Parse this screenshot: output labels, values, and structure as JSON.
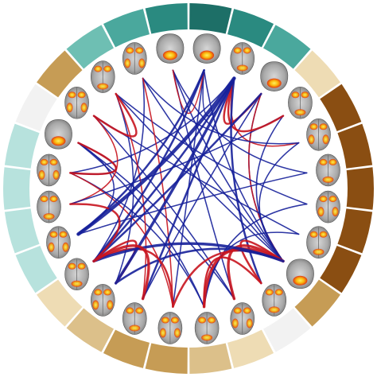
{
  "diagram": {
    "type": "circular-connectogram",
    "segment_colors": [
      "#1d6f67",
      "#2a8a80",
      "#4aa89d",
      "#eedcb4",
      "#8a4e12",
      "#8a4e12",
      "#8a4e12",
      "#8a4e12",
      "#8a4e12",
      "#c69c55",
      "#f2f2f2",
      "#eedcb4",
      "#dcc08a",
      "#c69c55",
      "#c69c55",
      "#dcc08a",
      "#eedcb4",
      "#b7e2dd",
      "#b7e2dd",
      "#b7e2dd",
      "#b7e2dd",
      "#f2f2f2",
      "#c69c55",
      "#6ebfb3",
      "#4aa89d",
      "#2a8a80"
    ],
    "nodes": [
      {
        "id": "n1",
        "type": "coronal"
      },
      {
        "id": "n2",
        "type": "axial"
      },
      {
        "id": "n3",
        "type": "coronal"
      },
      {
        "id": "n4",
        "type": "axial"
      },
      {
        "id": "n5",
        "type": "axial"
      },
      {
        "id": "n6",
        "type": "axial"
      },
      {
        "id": "n7",
        "type": "axial"
      },
      {
        "id": "n8",
        "type": "axial"
      },
      {
        "id": "n9",
        "type": "coronal"
      },
      {
        "id": "n10",
        "type": "axial"
      },
      {
        "id": "n11",
        "type": "axial"
      },
      {
        "id": "n12",
        "type": "axial"
      },
      {
        "id": "n13",
        "type": "axial"
      },
      {
        "id": "n14",
        "type": "axial"
      },
      {
        "id": "n15",
        "type": "axial"
      },
      {
        "id": "n16",
        "type": "axial"
      },
      {
        "id": "n17",
        "type": "axial"
      },
      {
        "id": "n18",
        "type": "axial"
      },
      {
        "id": "n19",
        "type": "axial"
      },
      {
        "id": "n20",
        "type": "coronal"
      },
      {
        "id": "n21",
        "type": "axial"
      },
      {
        "id": "n22",
        "type": "axial"
      },
      {
        "id": "n23",
        "type": "axial"
      },
      {
        "id": "n24",
        "type": "coronal"
      }
    ],
    "edge_colors": {
      "positive": "#c8141e",
      "negative": "#16209a"
    },
    "edges": [
      {
        "from": 1,
        "to": 2,
        "sign": "positive",
        "weight": 2
      },
      {
        "from": 1,
        "to": 3,
        "sign": "positive",
        "weight": 2
      },
      {
        "from": 1,
        "to": 4,
        "sign": "positive",
        "weight": 1
      },
      {
        "from": 0,
        "to": 8,
        "sign": "negative",
        "weight": 1
      },
      {
        "from": 0,
        "to": 15,
        "sign": "negative",
        "weight": 2
      },
      {
        "from": 0,
        "to": 16,
        "sign": "negative",
        "weight": 2
      },
      {
        "from": 1,
        "to": 14,
        "sign": "negative",
        "weight": 3
      },
      {
        "from": 1,
        "to": 15,
        "sign": "negative",
        "weight": 2
      },
      {
        "from": 1,
        "to": 16,
        "sign": "negative",
        "weight": 4
      },
      {
        "from": 1,
        "to": 13,
        "sign": "negative",
        "weight": 2
      },
      {
        "from": 1,
        "to": 9,
        "sign": "negative",
        "weight": 2
      },
      {
        "from": 1,
        "to": 18,
        "sign": "negative",
        "weight": 1
      },
      {
        "from": 2,
        "to": 8,
        "sign": "negative",
        "weight": 1
      },
      {
        "from": 2,
        "to": 15,
        "sign": "negative",
        "weight": 2
      },
      {
        "from": 2,
        "to": 8,
        "sign": "positive",
        "weight": 1
      },
      {
        "from": 3,
        "to": 8,
        "sign": "negative",
        "weight": 1
      },
      {
        "from": 4,
        "to": 8,
        "sign": "negative",
        "weight": 1
      },
      {
        "from": 8,
        "to": 9,
        "sign": "positive",
        "weight": 2
      },
      {
        "from": 8,
        "to": 10,
        "sign": "positive",
        "weight": 3
      },
      {
        "from": 8,
        "to": 11,
        "sign": "positive",
        "weight": 3
      },
      {
        "from": 8,
        "to": 12,
        "sign": "positive",
        "weight": 2
      },
      {
        "from": 8,
        "to": 14,
        "sign": "negative",
        "weight": 2
      },
      {
        "from": 8,
        "to": 15,
        "sign": "negative",
        "weight": 3
      },
      {
        "from": 8,
        "to": 21,
        "sign": "negative",
        "weight": 1
      },
      {
        "from": 8,
        "to": 22,
        "sign": "negative",
        "weight": 1
      },
      {
        "from": 8,
        "to": 23,
        "sign": "negative",
        "weight": 1
      },
      {
        "from": 9,
        "to": 11,
        "sign": "positive",
        "weight": 2
      },
      {
        "from": 10,
        "to": 20,
        "sign": "negative",
        "weight": 1
      },
      {
        "from": 10,
        "to": 19,
        "sign": "negative",
        "weight": 1
      },
      {
        "from": 11,
        "to": 18,
        "sign": "negative",
        "weight": 1
      },
      {
        "from": 11,
        "to": 19,
        "sign": "negative",
        "weight": 1
      },
      {
        "from": 12,
        "to": 15,
        "sign": "positive",
        "weight": 2
      },
      {
        "from": 12,
        "to": 18,
        "sign": "positive",
        "weight": 1
      },
      {
        "from": 13,
        "to": 15,
        "sign": "positive",
        "weight": 3
      },
      {
        "from": 14,
        "to": 15,
        "sign": "positive",
        "weight": 2
      },
      {
        "from": 15,
        "to": 17,
        "sign": "positive",
        "weight": 2
      },
      {
        "from": 14,
        "to": 21,
        "sign": "negative",
        "weight": 1
      },
      {
        "from": 15,
        "to": 22,
        "sign": "negative",
        "weight": 1
      },
      {
        "from": 16,
        "to": 19,
        "sign": "negative",
        "weight": 1
      },
      {
        "from": 17,
        "to": 20,
        "sign": "positive",
        "weight": 1
      },
      {
        "from": 18,
        "to": 19,
        "sign": "positive",
        "weight": 2
      },
      {
        "from": 19,
        "to": 18,
        "sign": "negative",
        "weight": 1
      },
      {
        "from": 20,
        "to": 21,
        "sign": "positive",
        "weight": 2
      },
      {
        "from": 22,
        "to": 4,
        "sign": "negative",
        "weight": 1
      },
      {
        "from": 23,
        "to": 5,
        "sign": "negative",
        "weight": 1
      },
      {
        "from": 21,
        "to": 6,
        "sign": "negative",
        "weight": 1
      },
      {
        "from": 20,
        "to": 7,
        "sign": "negative",
        "weight": 1
      },
      {
        "from": 23,
        "to": 10,
        "sign": "negative",
        "weight": 1
      },
      {
        "from": 22,
        "to": 12,
        "sign": "positive",
        "weight": 1
      },
      {
        "from": 21,
        "to": 13,
        "sign": "positive",
        "weight": 1
      },
      {
        "from": 17,
        "to": 3,
        "sign": "negative",
        "weight": 1
      },
      {
        "from": 16,
        "to": 5,
        "sign": "negative",
        "weight": 1
      },
      {
        "from": 13,
        "to": 2,
        "sign": "negative",
        "weight": 1
      },
      {
        "from": 12,
        "to": 0,
        "sign": "negative",
        "weight": 1
      },
      {
        "from": 6,
        "to": 11,
        "sign": "negative",
        "weight": 1
      },
      {
        "from": 7,
        "to": 11,
        "sign": "negative",
        "weight": 1
      },
      {
        "from": 0,
        "to": 1,
        "sign": "negative",
        "weight": 1
      },
      {
        "from": 23,
        "to": 0,
        "sign": "positive",
        "weight": 1
      }
    ]
  }
}
